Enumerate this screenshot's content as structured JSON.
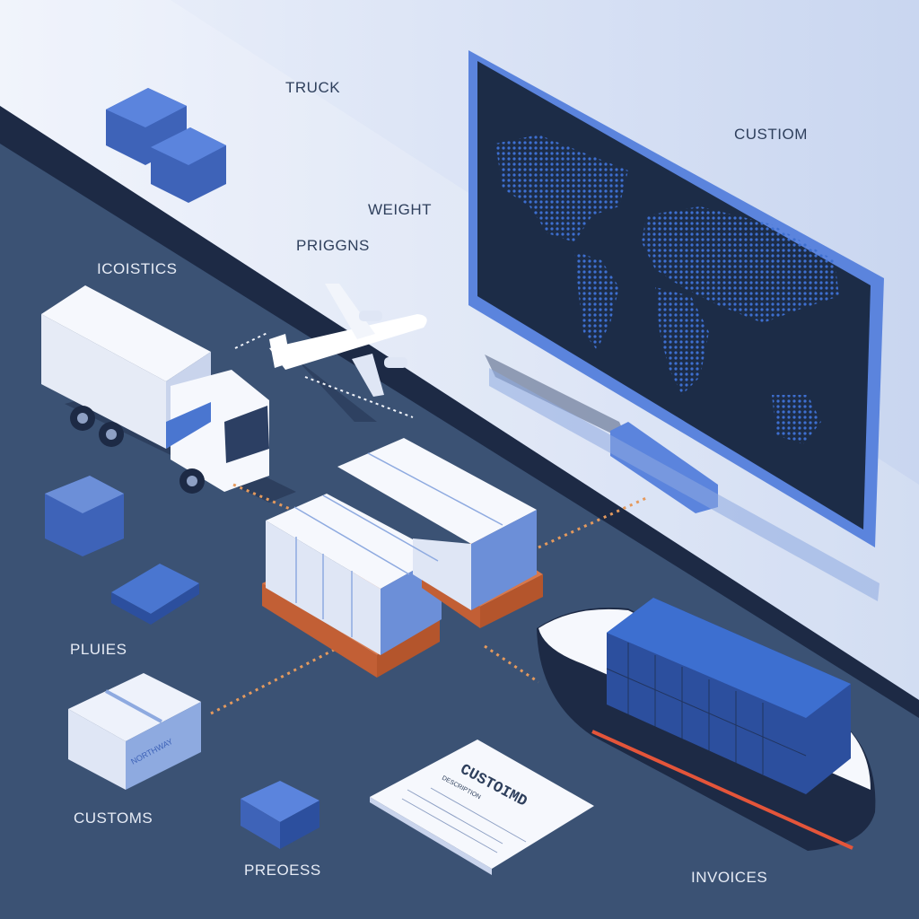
{
  "labels": {
    "truck": "TRUCK",
    "custiom": "CUSTIOM",
    "weight": "WEIGHT",
    "prigns": "PRIGGNS",
    "icoistics": "ICOISTICS",
    "pluies": "PLUIES",
    "customs": "CUSTOMS",
    "preoess": "PREOESS",
    "invoices": "INVOICES"
  },
  "document": {
    "title": "CUSTOIMD",
    "subtitle": "DESCRIPTION"
  },
  "box_text": "NORTHWAY",
  "colors": {
    "floor": "#3b5274",
    "wall": "#dfe6f5",
    "accent": "#4a76d0",
    "monitor_frame": "#5b84dd",
    "screen": "#1c2c47",
    "pallet": "#d9784b",
    "ship_stripe": "#e4553a",
    "connector": "#e59a5d"
  },
  "icons": [
    "truck-icon",
    "airplane-icon",
    "world-map-icon",
    "container-ship-icon",
    "pallet-boxes-icon",
    "document-icon",
    "package-icon"
  ]
}
